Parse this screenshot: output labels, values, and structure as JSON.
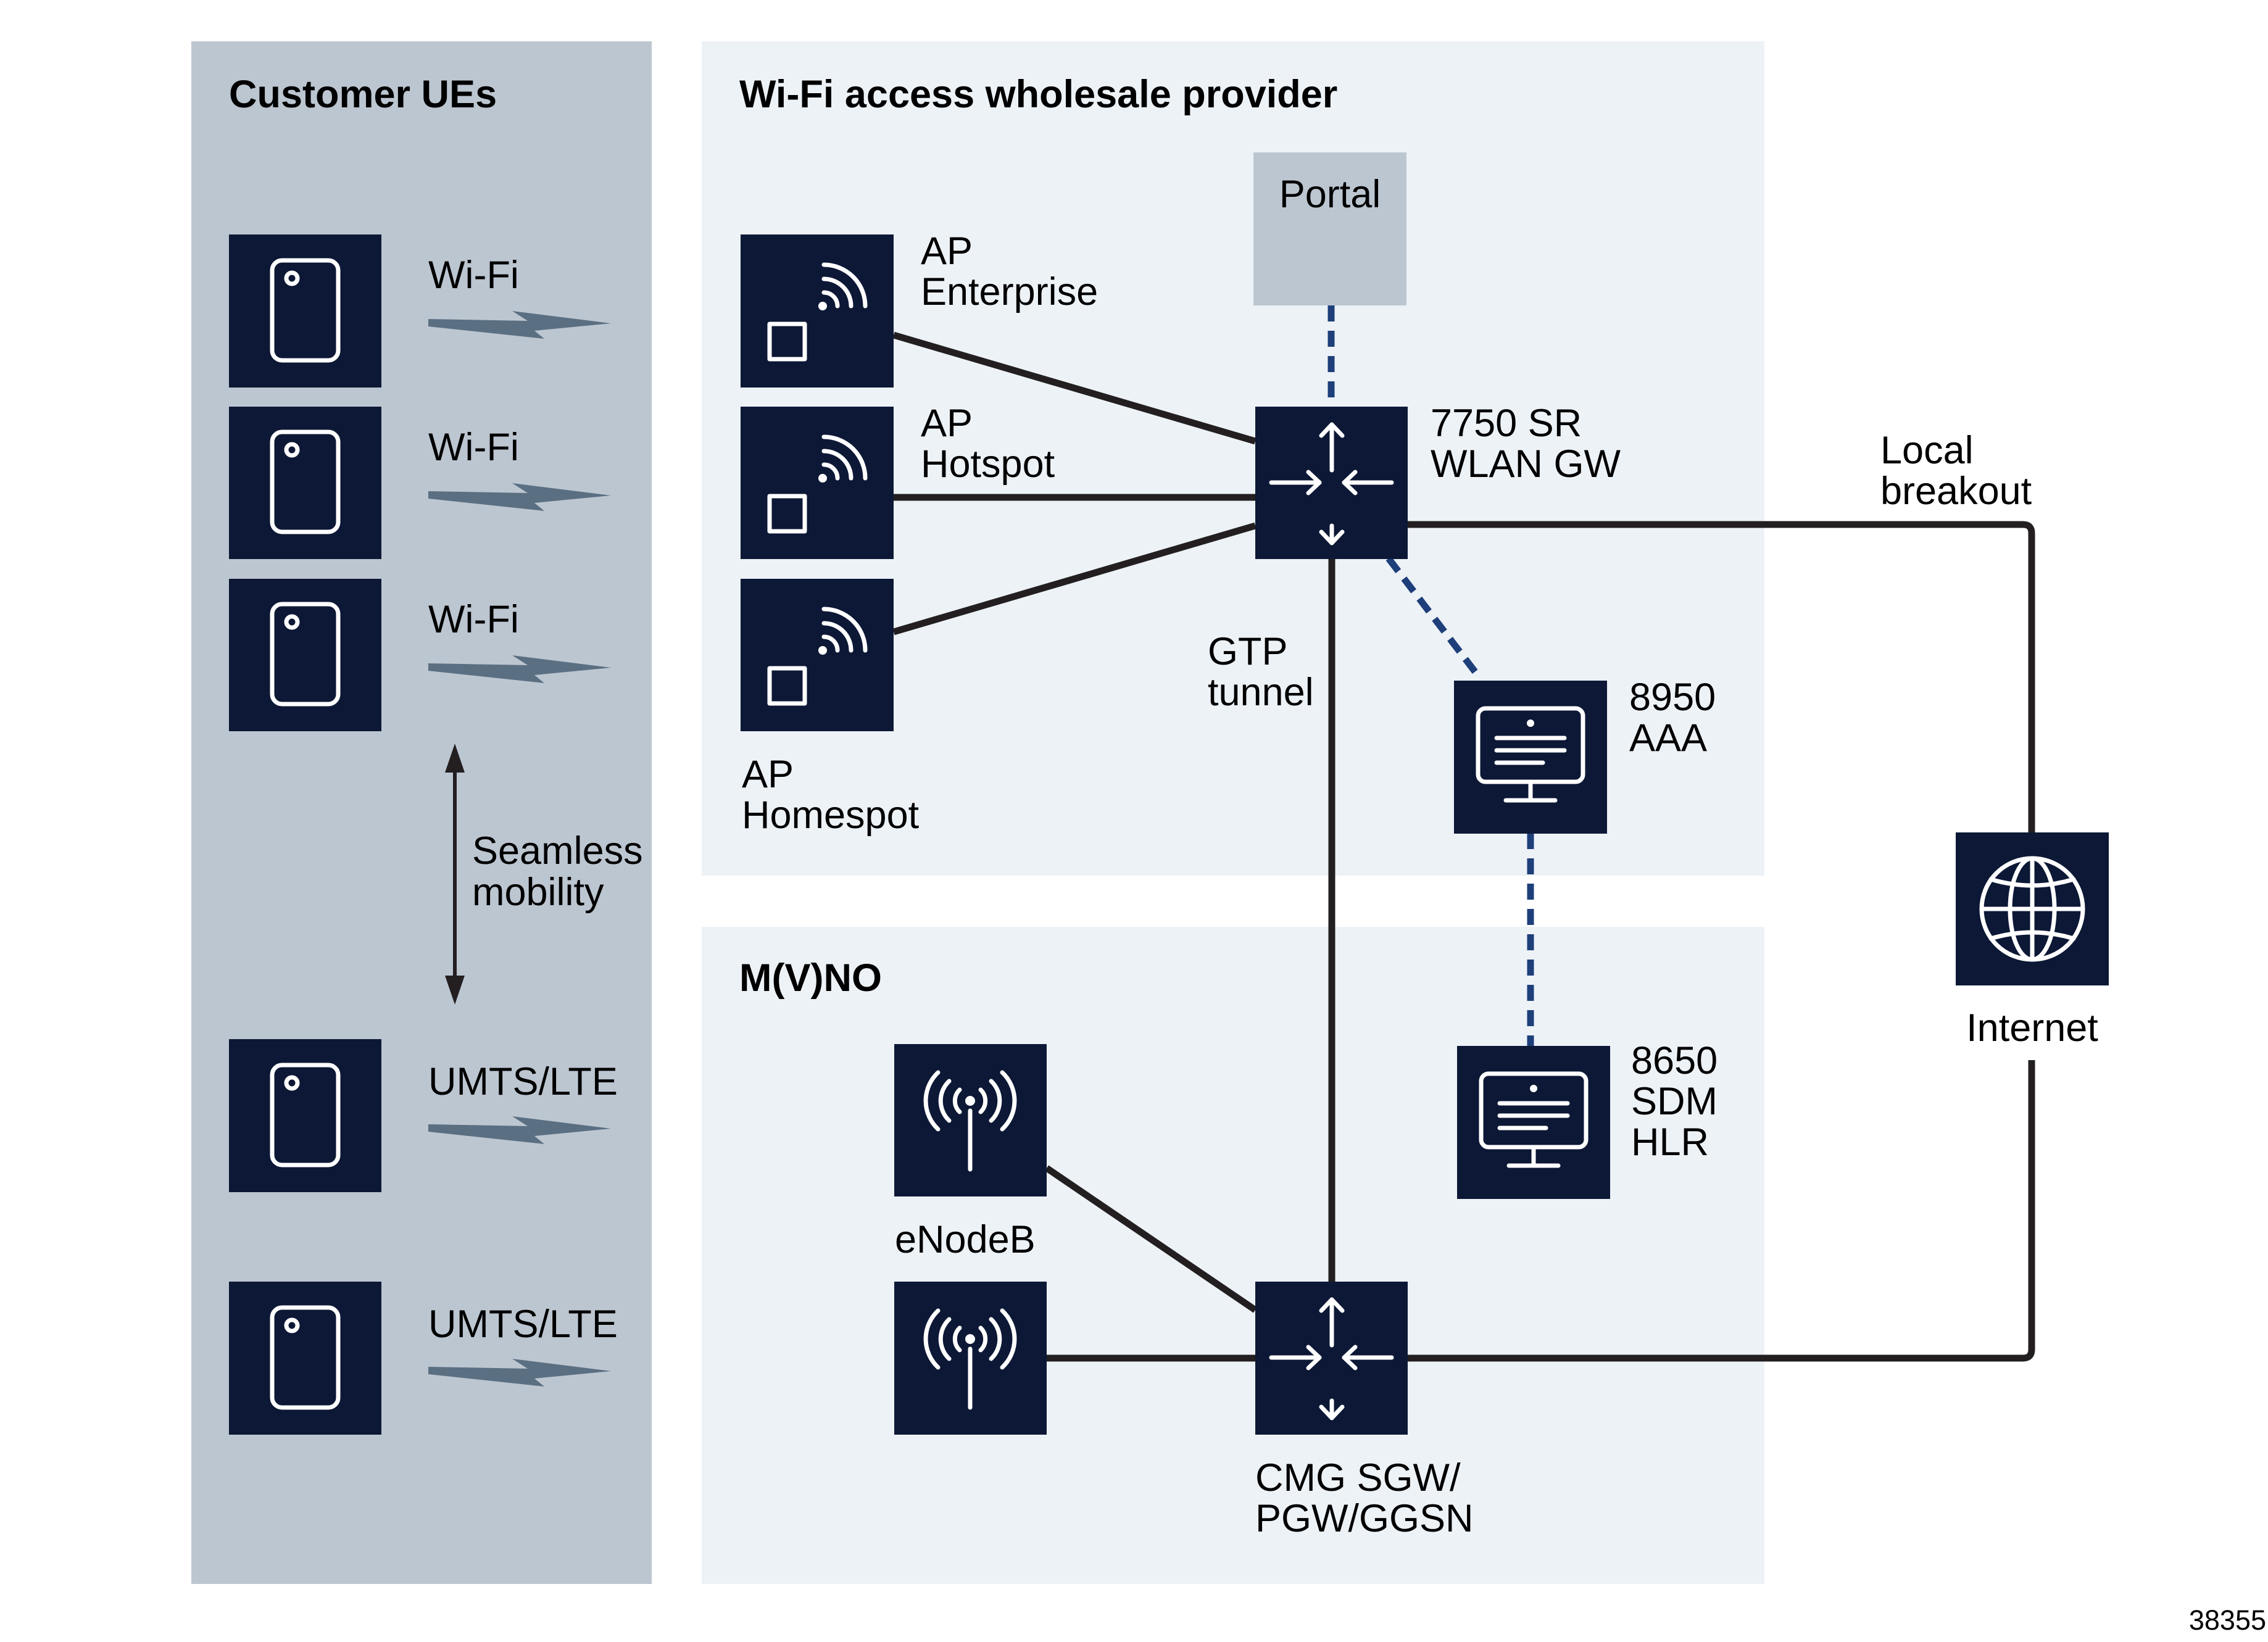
{
  "colors": {
    "ue_panel": "#bcc6d1",
    "provider_panel": "#edf2f7",
    "node_fill": "#0c1835",
    "portal_fill": "#bcc6d1",
    "link": "#231f20",
    "dashed_link": "#1e3f7a",
    "radio_bolt": "#5b6f82"
  },
  "sections": {
    "customer_ues": "Customer UEs",
    "wifi_provider": "Wi-Fi access wholesale provider",
    "mvno": "M(V)NO"
  },
  "ues": [
    {
      "access": "Wi-Fi",
      "icon": "phone-icon"
    },
    {
      "access": "Wi-Fi",
      "icon": "phone-icon"
    },
    {
      "access": "Wi-Fi",
      "icon": "phone-icon"
    },
    {
      "access": "UMTS/LTE",
      "icon": "phone-icon"
    },
    {
      "access": "UMTS/LTE",
      "icon": "phone-icon"
    }
  ],
  "mobility": [
    "Seamless",
    "mobility"
  ],
  "aps": {
    "enterprise": [
      "AP",
      "Enterprise"
    ],
    "hotspot": [
      "AP",
      "Hotspot"
    ],
    "homespot": [
      "AP",
      "Homespot"
    ]
  },
  "portal": "Portal",
  "wlan_gw": [
    "7750 SR",
    "WLAN GW"
  ],
  "gtp": [
    "GTP",
    "tunnel"
  ],
  "aaa": [
    "8950",
    "AAA"
  ],
  "sdm": [
    "8650",
    "SDM",
    "HLR"
  ],
  "enodeb": "eNodeB",
  "cmg": [
    "CMG SGW/",
    "PGW/GGSN"
  ],
  "local_breakout": [
    "Local",
    "breakout"
  ],
  "internet": "Internet",
  "figure_number": "38355"
}
